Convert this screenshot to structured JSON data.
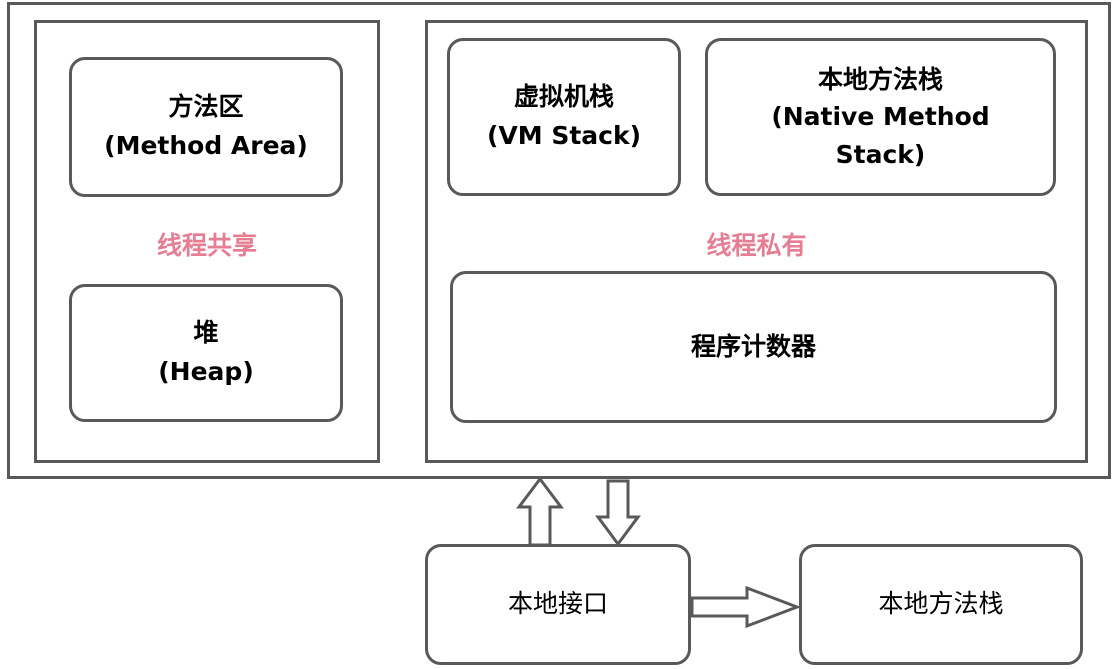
{
  "shared_region": {
    "label": "线程共享",
    "method_area": {
      "title": "方法区",
      "subtitle": "(Method Area)"
    },
    "heap": {
      "title": "堆",
      "subtitle": "(Heap)"
    }
  },
  "private_region": {
    "label": "线程私有",
    "vm_stack": {
      "title": "虚拟机栈",
      "subtitle": "(VM Stack)"
    },
    "native_method_stack": {
      "title": "本地方法栈",
      "line2": "(Native Method",
      "line3": "Stack)"
    },
    "program_counter": {
      "title": "程序计数器"
    }
  },
  "native_interface": {
    "label": "本地接口"
  },
  "native_method_library": {
    "label": "本地方法栈"
  },
  "colors": {
    "border": "#595959",
    "accent_label": "#e57d93"
  }
}
